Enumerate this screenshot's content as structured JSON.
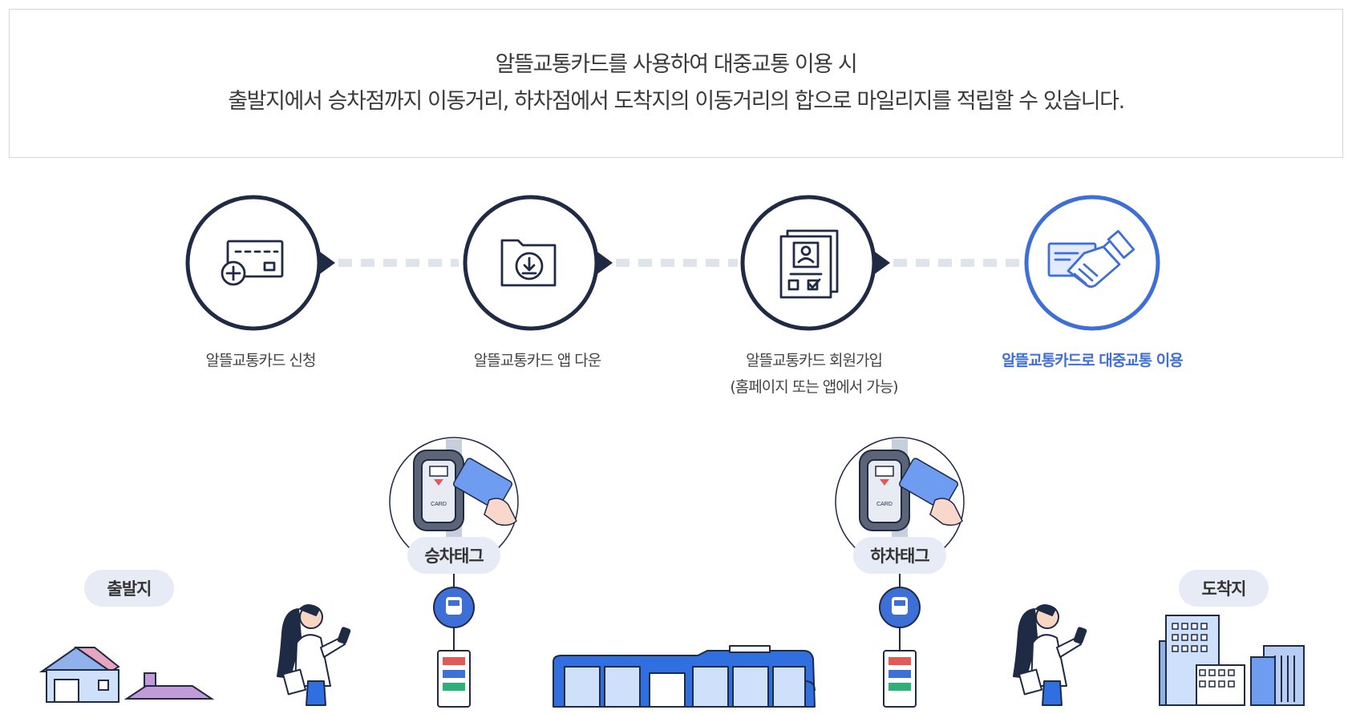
{
  "intro": {
    "line1": "알뜰교통카드를 사용하여 대중교통 이용 시",
    "line2": "출발지에서 승차점까지 이동거리, 하차점에서 도착지의 이동거리의 합으로 마일리지를 적립할 수 있습니다."
  },
  "steps": [
    {
      "label": "알뜰교통카드 신청",
      "sub": "",
      "icon": "card-apply-icon"
    },
    {
      "label": "알뜰교통카드 앱 다운",
      "sub": "",
      "icon": "app-download-icon"
    },
    {
      "label": "알뜰교통카드 회원가입",
      "sub": "(홈페이지 또는 앱에서 가능)",
      "icon": "member-signup-icon"
    },
    {
      "label": "알뜰교통카드로 대중교통 이용",
      "sub": "",
      "icon": "card-handshake-icon",
      "active": true
    }
  ],
  "journey": {
    "origin_label": "출발지",
    "board_tag_label": "승차태그",
    "alight_tag_label": "하차태그",
    "destination_label": "도착지",
    "reader_card_text": "CARD"
  },
  "colors": {
    "navy": "#1f2a44",
    "accent_blue": "#3e6fd7",
    "connector_dash": "#dfe3ea",
    "pill_bg": "#e6ebf5",
    "bus_blue": "#2f6fe0"
  }
}
